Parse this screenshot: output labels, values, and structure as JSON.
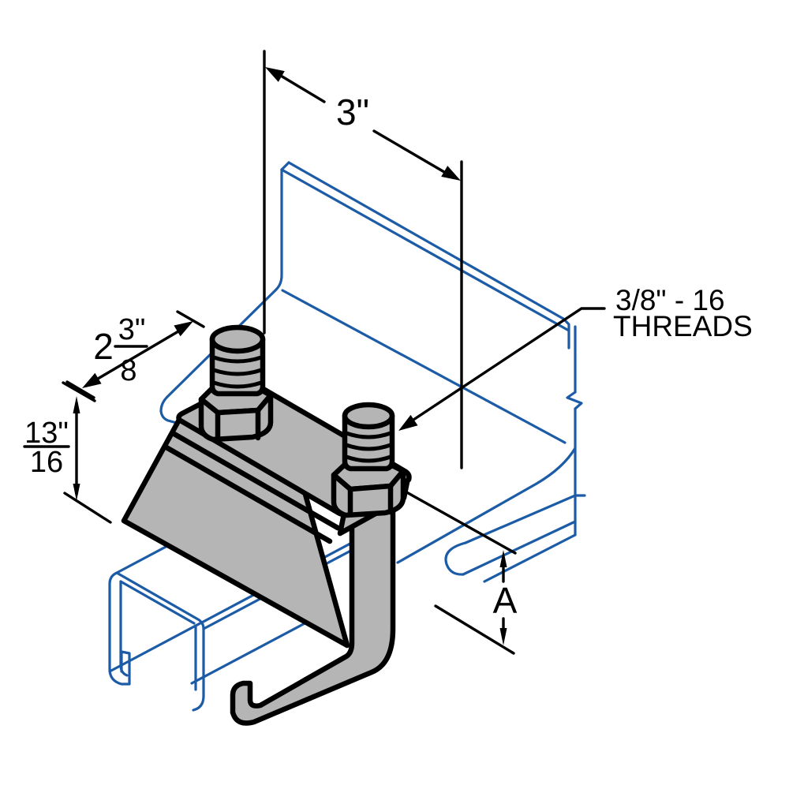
{
  "drawing": {
    "title": "beam clamp isometric technical drawing",
    "colors": {
      "line_blue": "#1c5ba6",
      "part_gray": "#b5b5b5",
      "ink": "#000000",
      "background": "#ffffff"
    },
    "components": {
      "beam": "purlin-beam-outline",
      "strut": "strut-channel-outline",
      "clamp": "clamp-body",
      "bolts": "hex-head-bolts"
    },
    "dimensions": {
      "top_width": "3\"",
      "plate_width_whole": "2",
      "plate_width_num": "3\"",
      "plate_width_den": "8",
      "plate_height_num": "13\"",
      "plate_height_den": "16",
      "gap": "A",
      "thread_note_line1": "3/8\" - 16",
      "thread_note_line2": "THREADS"
    }
  }
}
